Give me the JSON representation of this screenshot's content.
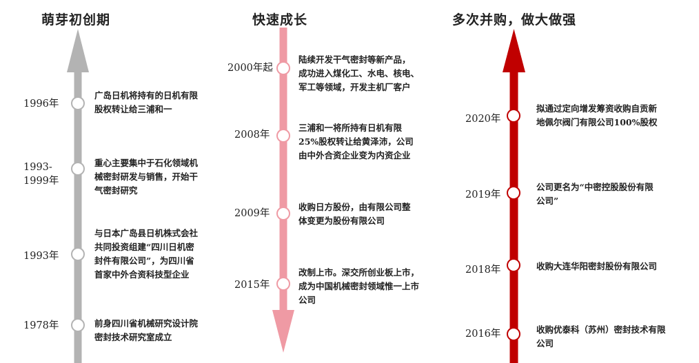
{
  "columns": [
    {
      "title": "萌芽初创期",
      "color": "#b3b3b3",
      "events": [
        {
          "year_lines": [
            "1996年"
          ],
          "desc_lines": [
            "广岛日机将持有的日机有限",
            "股权转让给三浦和一"
          ]
        },
        {
          "year_lines": [
            "1993-",
            "1999年"
          ],
          "desc_lines": [
            "重心主要集中于石化领域机",
            "械密封研发与销售，开始干",
            "气密封研究"
          ]
        },
        {
          "year_lines": [
            "1993年"
          ],
          "desc_lines": [
            "与日本广岛县日机株式会社",
            "共同投资组建“四川日机密",
            "封件有限公司”，为四川省",
            "首家中外合资科技型企业"
          ]
        },
        {
          "year_lines": [
            "1978年"
          ],
          "desc_lines": [
            "前身四川省机械研究设计院",
            "密封技术研究室成立"
          ]
        }
      ]
    },
    {
      "title": "快速成长",
      "color": "#ef9aa4",
      "events": [
        {
          "year_lines": [
            "2000年起"
          ],
          "desc_lines": [
            "陆续开发干气密封等新产品，",
            "成功进入煤化工、水电、核电、",
            "军工等领域，开发主机厂客户"
          ]
        },
        {
          "year_lines": [
            "2008年"
          ],
          "desc_lines": [
            "三浦和一将所持有日机有限",
            "25%股权转让给黄泽沛，公司",
            "由中外合资企业变为内资企业"
          ]
        },
        {
          "year_lines": [
            "2009年"
          ],
          "desc_lines": [
            "收购日方股份，由有限公司整",
            "体变更为股份有限公司"
          ]
        },
        {
          "year_lines": [
            "2015年"
          ],
          "desc_lines": [
            "改制上市。深交所创业板上市，",
            "成为中国机械密封领域惟一上市",
            "公司"
          ]
        }
      ]
    },
    {
      "title": "多次并购，做大做强",
      "color": "#c00000",
      "events": [
        {
          "year_lines": [
            "2020年"
          ],
          "desc_lines": [
            "拟通过定向增发筹资收购自贡新",
            "地佩尔阀门有限公司100%股权"
          ]
        },
        {
          "year_lines": [
            "2019年"
          ],
          "desc_lines": [
            "公司更名为“中密控股股份有限",
            "公司”"
          ]
        },
        {
          "year_lines": [
            "2018年"
          ],
          "desc_lines": [
            "收购大连华阳密封股份有限公司"
          ]
        },
        {
          "year_lines": [
            "2016年"
          ],
          "desc_lines": [
            "收购优泰科（苏州）密封技术有限",
            "公司"
          ]
        }
      ]
    }
  ]
}
